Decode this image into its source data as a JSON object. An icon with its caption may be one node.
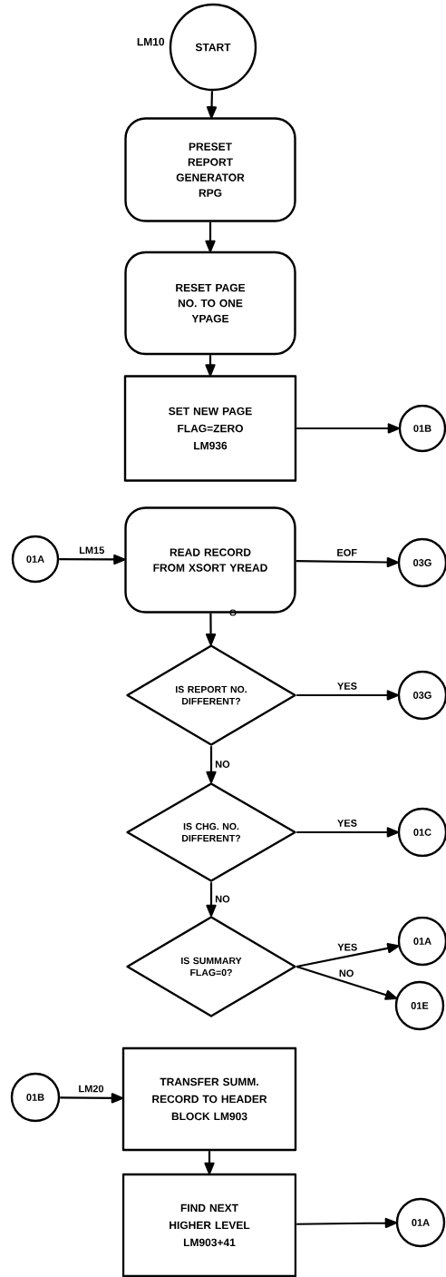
{
  "diagram": {
    "nodes": [
      {
        "text": [
          "START"
        ],
        "beside": [
          "LM10"
        ]
      },
      {
        "text": [
          "PRESET REPORT GENERATOR RPG"
        ]
      },
      {
        "text": [
          "RESET PAGE NO. TO ONE YPAGE"
        ]
      },
      {
        "text": [
          "SET NEW PAGE FLAG=ZERO LM936"
        ]
      },
      {
        "text": [
          "01B"
        ]
      },
      {
        "text": [
          "01A"
        ]
      },
      {
        "text": [
          "READ RECORD FROM XSORT YREAD"
        ]
      },
      {
        "text": [
          "03G"
        ]
      },
      {
        "text": [
          "IS REPORT NO. DIFFERENT?"
        ]
      },
      {
        "text": [
          "03G"
        ]
      },
      {
        "text": [
          "IS CHG. NO. DIFFERENT?"
        ]
      },
      {
        "text": [
          "01C"
        ]
      },
      {
        "text": [
          "IS SUMMARY FLAG=0?"
        ]
      },
      {
        "text": [
          "01A"
        ]
      },
      {
        "text": [
          "01E"
        ]
      },
      {
        "text": [
          "01B"
        ]
      },
      {
        "text": [
          "TRANSFER SUMM. RECORD TO HEADER BLOCK LM903"
        ]
      },
      {
        "text": [
          "FIND NEXT HIGHER LEVEL LM903+41"
        ]
      },
      {
        "text": [
          "01A"
        ]
      }
    ],
    "edges": [
      {
        "from": 0,
        "to": 1,
        "arrow": "to"
      },
      {
        "from": 1,
        "to": 2,
        "arrow": "to"
      },
      {
        "from": 2,
        "to": 3,
        "arrow": "to"
      },
      {
        "from": 3,
        "to": 4,
        "arrow": "to"
      },
      {
        "from": 5,
        "to": 6,
        "arrow": "to",
        "label": "LM15"
      },
      {
        "from": 6,
        "to": 7,
        "arrow": "to",
        "label": "EOF"
      },
      {
        "from": 6,
        "to": 8,
        "arrow": "to"
      },
      {
        "from": 8,
        "to": 9,
        "arrow": "to",
        "label": "YES"
      },
      {
        "from": 8,
        "to": 10,
        "arrow": "to",
        "label": "NO"
      },
      {
        "from": 10,
        "to": 11,
        "arrow": "to",
        "label": "YES"
      },
      {
        "from": 10,
        "to": 12,
        "arrow": "to",
        "label": "NO"
      },
      {
        "from": 12,
        "to": 13,
        "arrow": "to",
        "label": "YES"
      },
      {
        "from": 12,
        "to": 14,
        "arrow": "to",
        "label": "NO"
      },
      {
        "from": 15,
        "to": 16,
        "arrow": "to",
        "label": "LM20"
      },
      {
        "from": 16,
        "to": 17,
        "arrow": "to"
      },
      {
        "from": 17,
        "to": 18,
        "arrow": "to"
      }
    ]
  }
}
